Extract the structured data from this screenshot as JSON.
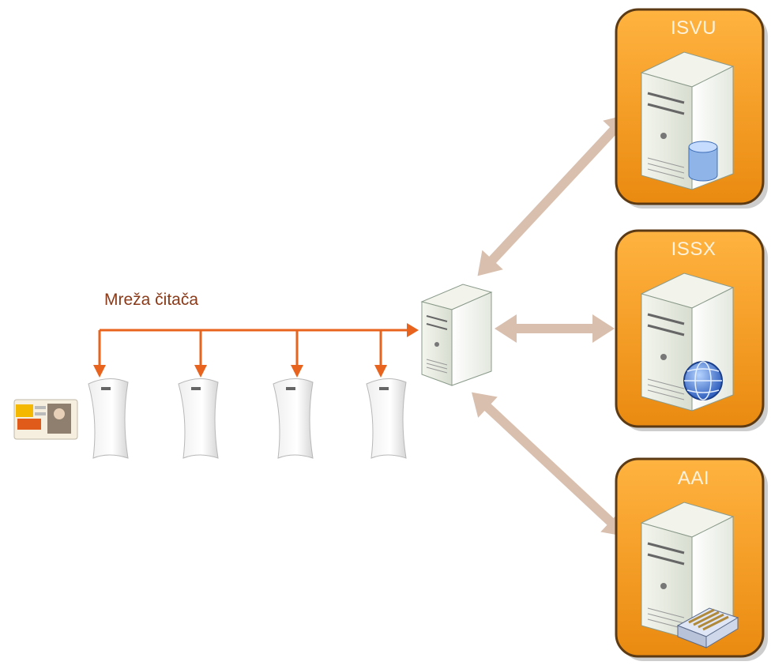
{
  "network": {
    "label": "Mreža čitača"
  },
  "servers": [
    {
      "id": "isvu",
      "title": "ISVU",
      "badge": "database-icon"
    },
    {
      "id": "issx",
      "title": "ISSX",
      "badge": "globe-icon"
    },
    {
      "id": "aai",
      "title": "AAI",
      "badge": "card-tray-icon"
    }
  ],
  "readers": {
    "count": 4
  },
  "colors": {
    "network_line": "#e8641e",
    "server_box": "#f29b1d",
    "server_box_border": "#5c3a14",
    "link_arrows": "#d9bfae"
  }
}
